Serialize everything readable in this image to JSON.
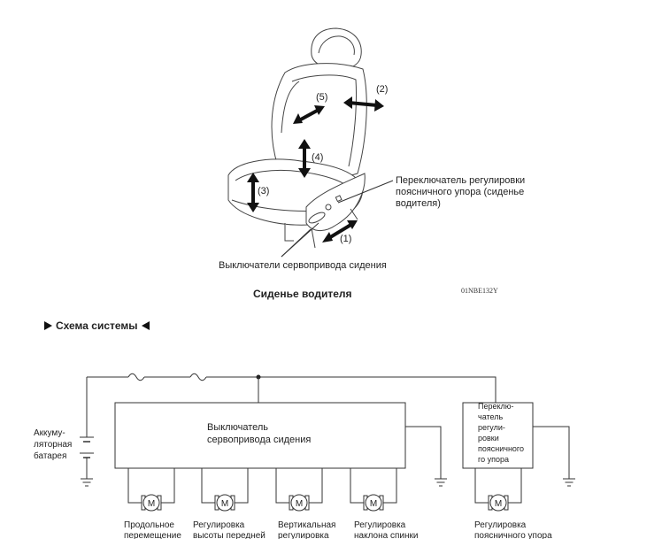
{
  "seat": {
    "num1": "(1)",
    "num2": "(2)",
    "num3": "(3)",
    "num4": "(4)",
    "num5": "(5)",
    "lumbar_callout": [
      "Переключатель регулировки",
      "поясничного упора (сиденье",
      "водителя)"
    ],
    "power_switches_label": "Выключатели сервопривода сидения",
    "caption": "Сиденье водителя",
    "code": "01NBE132Y"
  },
  "section": {
    "title": "Схема системы"
  },
  "circuit": {
    "battery": [
      "Аккуму-",
      "ляторная",
      "батарея"
    ],
    "main_switch": [
      "Выключатель",
      "сервопривода сидения"
    ],
    "lumbar_switch": [
      "Переклю-",
      "чатель",
      "регули-",
      "ровки",
      "поясничного",
      "го упора"
    ],
    "motor_glyph": "M",
    "motors": [
      [
        "Продольное",
        "перемещение"
      ],
      [
        "Регулировка",
        "высоты передней"
      ],
      [
        "Вертикальная",
        "регулировка"
      ],
      [
        "Регулировка",
        "наклона спинки"
      ],
      [
        "Регулировка",
        "поясничного упора"
      ]
    ]
  }
}
